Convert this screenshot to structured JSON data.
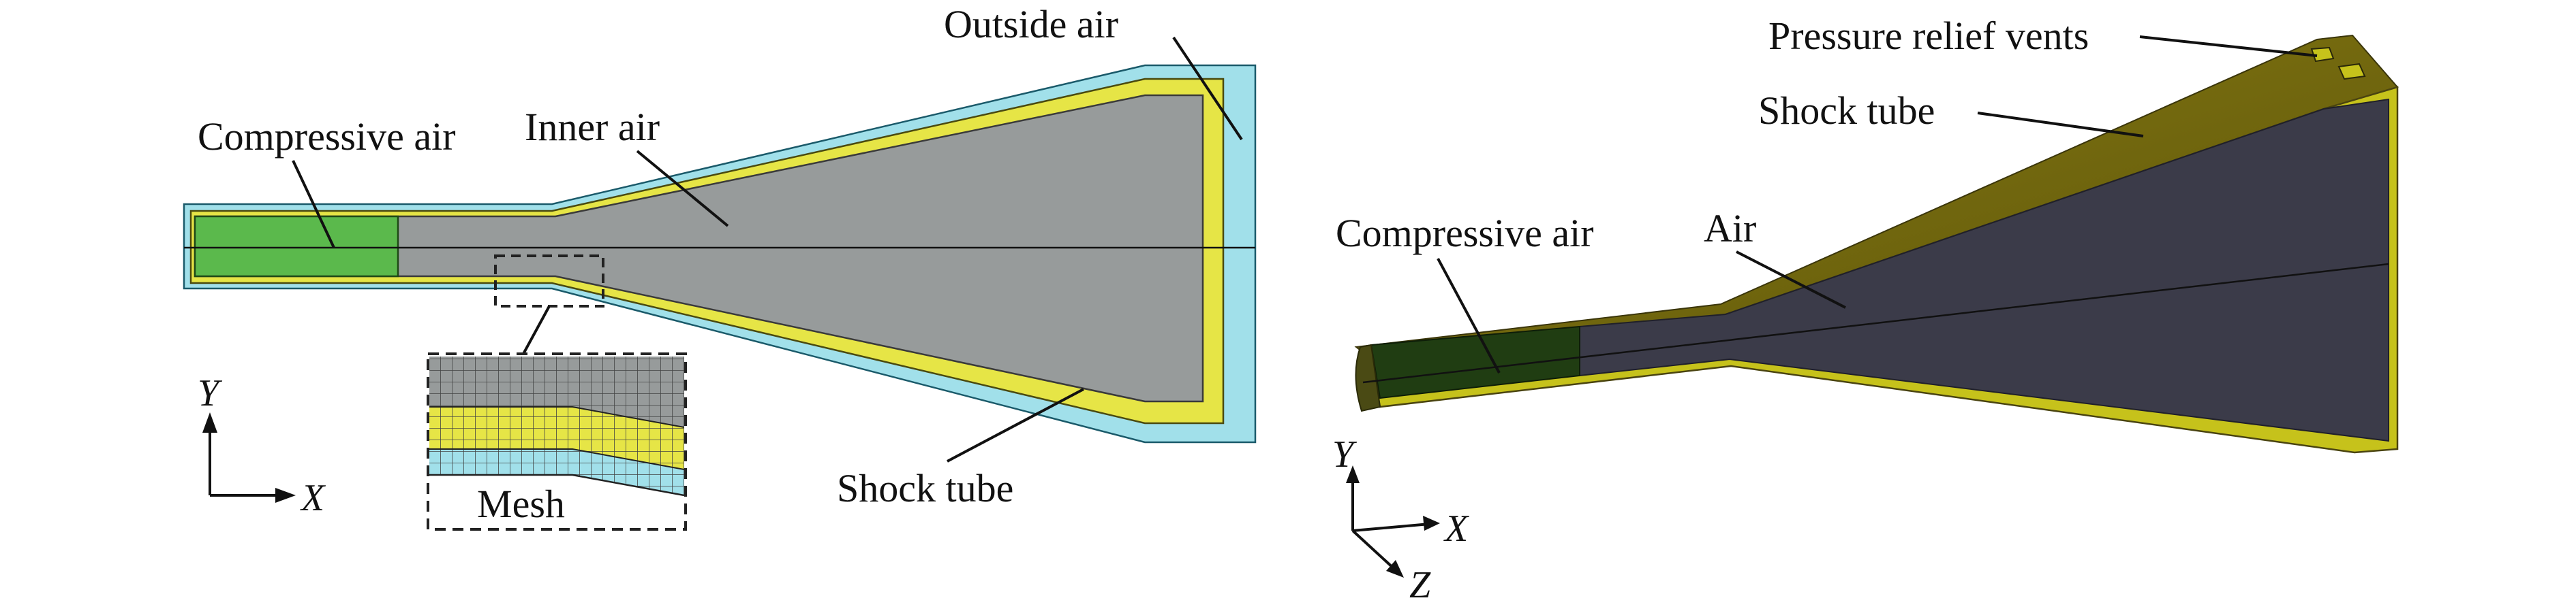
{
  "left_panel": {
    "labels": {
      "compressive_air": "Compressive air",
      "inner_air": "Inner air",
      "outside_air": "Outside air",
      "shock_tube": "Shock tube",
      "mesh": "Mesh"
    },
    "axes": {
      "y": "Y",
      "x": "X"
    }
  },
  "right_panel": {
    "labels": {
      "pressure_relief_vents": "Pressure relief vents",
      "shock_tube": "Shock tube",
      "compressive_air": "Compressive air",
      "air": "Air"
    },
    "axes": {
      "y": "Y",
      "x": "X",
      "z": "Z"
    }
  },
  "colors": {
    "compressive_air_2d": "#5bb94c",
    "inner_air_2d": "#979b9b",
    "outside_air_2d": "#a1e0ea",
    "shock_tube_2d": "#e6e546",
    "compressive_air_3d": "#203d12",
    "air_3d": "#3b3b49",
    "shock_tube_3d": "#7a6f0e",
    "shock_tube_3d_edge": "#c6c21b"
  }
}
